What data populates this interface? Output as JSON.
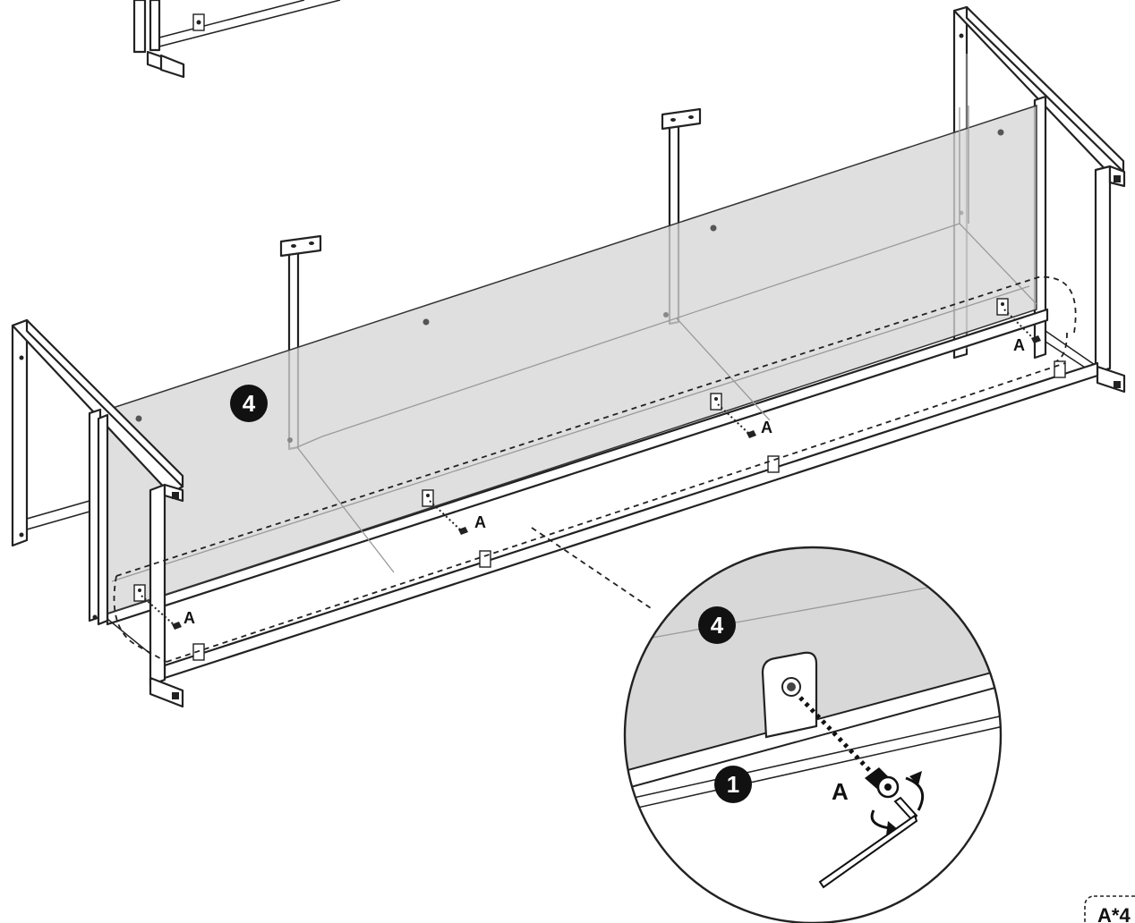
{
  "callouts": {
    "panel_step": "4",
    "zoom_panel_step": "4",
    "zoom_frame_step": "1"
  },
  "screw_label": "A",
  "quantity_label": "A*4"
}
